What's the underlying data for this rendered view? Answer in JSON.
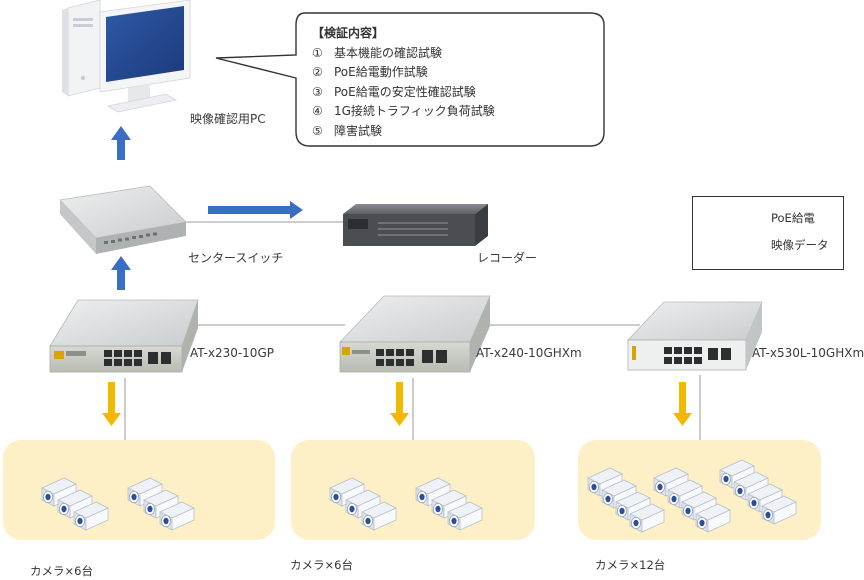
{
  "bubble": {
    "title": "【検証内容】",
    "items": [
      {
        "num": "①",
        "text": "基本機能の確認試験"
      },
      {
        "num": "②",
        "text": "PoE給電動作試験"
      },
      {
        "num": "③",
        "text": "PoE給電の安定性確認試験"
      },
      {
        "num": "④",
        "text": "1G接続トラフィック負荷試験"
      },
      {
        "num": "⑤",
        "text": "障害試験"
      }
    ]
  },
  "devices": {
    "pc": "映像確認用PC",
    "center_switch": "センタースイッチ",
    "recorder": "レコーダー",
    "switch1": "AT-x230-10GP",
    "switch2": "AT-x240-10GHXm",
    "switch3": "AT-x530L-10GHXm"
  },
  "cameras": {
    "group1": "カメラ×6台",
    "group2": "カメラ×6台",
    "group3": "カメラ×12台"
  },
  "legend": {
    "poe": "PoE給電",
    "video": "映像データ"
  },
  "colors": {
    "poe_arrow": "#f5b800",
    "video_arrow": "#3a6ec2",
    "zone_fill": "#fdf0c7"
  }
}
